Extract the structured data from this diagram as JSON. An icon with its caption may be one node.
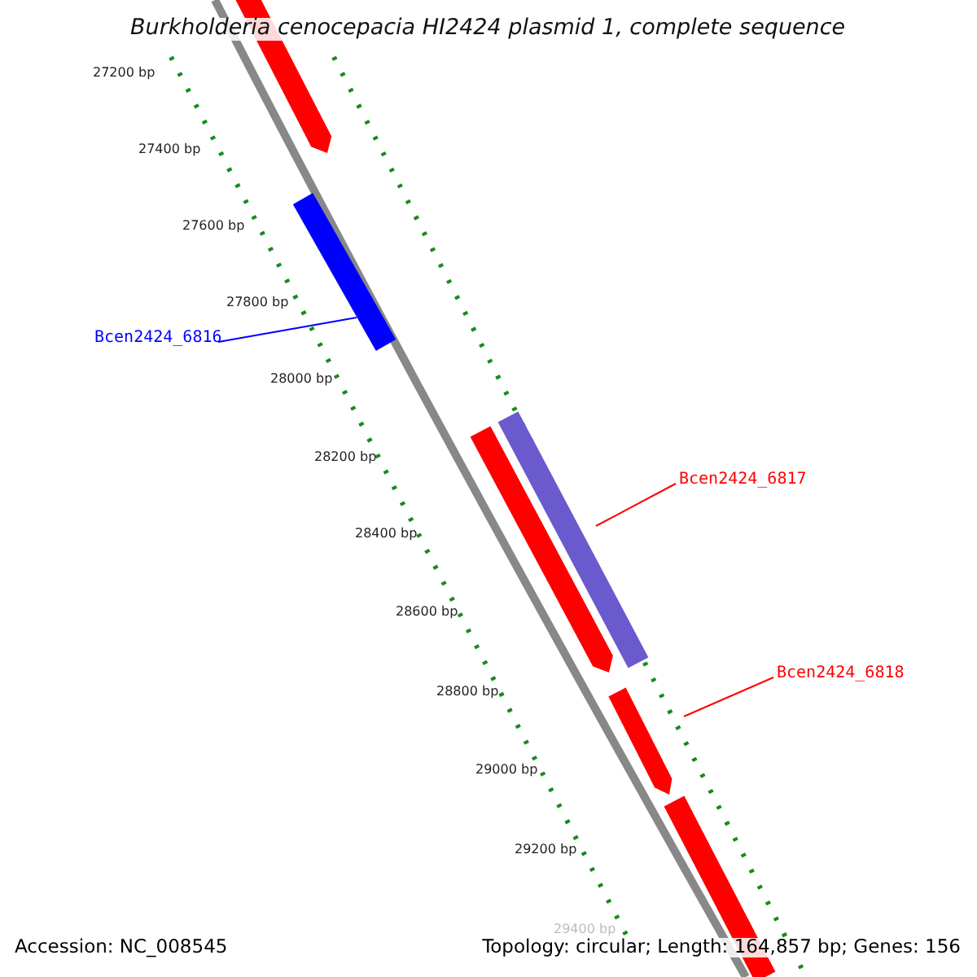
{
  "diagram": {
    "title": "Burkholderia cenocepacia HI2424 plasmid 1, complete sequence",
    "nodes": [
      {
        "text": [],
        "shape": "bar"
      },
      {
        "text": [
          "Bcen2424_6816"
        ]
      },
      {
        "text": [],
        "shape": "bar"
      },
      {
        "text": [
          "Bcen2424_6817"
        ]
      },
      {
        "text": [],
        "shape": "bar"
      },
      {
        "text": [],
        "shape": "bar"
      },
      {
        "text": [
          "Bcen2424_6818"
        ]
      },
      {
        "text": [],
        "shape": "bar"
      },
      {
        "text": [],
        "shape": "bar"
      }
    ],
    "edges": [
      {
        "from": 1,
        "to": 2,
        "arrow": "none",
        "color": "#0000ff"
      },
      {
        "from": 3,
        "to": 4,
        "arrow": "none"
      },
      {
        "from": 6,
        "to": 7,
        "arrow": "none"
      }
    ],
    "labels": [
      "27200 bp",
      "27400 bp",
      "27600 bp",
      "27800 bp",
      "28000 bp",
      "28200 bp",
      "28400 bp",
      "28600 bp",
      "28800 bp",
      "29000 bp",
      "29200 bp",
      "29400 bp",
      "Accession: NC_008545",
      "Topology: circular; Length: 164,857 bp; Genes: 156"
    ]
  }
}
